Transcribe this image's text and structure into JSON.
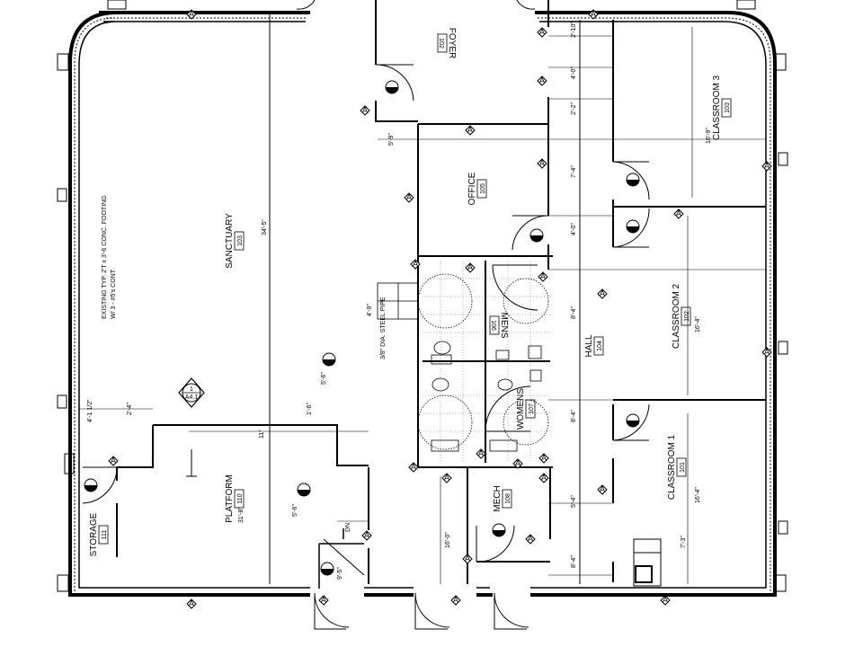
{
  "rooms": {
    "sanctuary": {
      "name": "SANCTUARY",
      "number": "103"
    },
    "platform": {
      "name": "PLATFORM",
      "number": "110"
    },
    "storage": {
      "name": "STORAGE",
      "number": "111"
    },
    "foyer": {
      "name": "FOYER",
      "number": "102"
    },
    "office": {
      "name": "OFFICE",
      "number": "105"
    },
    "mens": {
      "name": "MENS",
      "number": "106"
    },
    "womens": {
      "name": "WOMENS",
      "number": "107"
    },
    "mech": {
      "name": "MECH",
      "number": "108"
    },
    "hall": {
      "name": "HALL",
      "number": "104"
    },
    "classroom3": {
      "name": "CLASSROOM 3",
      "number": "103"
    },
    "classroom2": {
      "name": "CLASSROOM 2",
      "number": "102"
    },
    "classroom1": {
      "name": "CLASSROOM 1",
      "number": "101"
    }
  },
  "notes": {
    "footing": "EXISTING TYP. 2'T x 3'-6 CONC. FOOTING",
    "footing2": "W/ 3 - #5's CONT.",
    "beam": "3/8\" DIA. STEEL PIPE",
    "dn": "DN"
  },
  "dims": {
    "sanctuary_w": "34'-5\"",
    "cl3_h": "16'-9\"",
    "cl2_h": "16'-4\"",
    "cl1_h": "16'-4\"",
    "platform_w": "31'-8\"",
    "d_top1": "2'-10\"",
    "d_top2": "4'-0\"",
    "d_top3": "2'-2\"",
    "d_hall1": "7'-4\"",
    "d_hall2": "4'-0\"",
    "d_hall3": "8'-4\"",
    "d_hall4": "8'-4\"",
    "d_hall5": "5'-4\"",
    "d_hall6": "8'-4\"",
    "d_mech": "16'-0\"",
    "d_cl1": "7'-3\"",
    "d_left": "4'-1 1/2\"",
    "d_left2": "2'-4\"",
    "d_plat1": "11\"",
    "d_plat2": "1'-6\"",
    "d_plat3": "5'-6\"",
    "d_plat4": "5'-6\"",
    "d_foyer": "5'-9\"",
    "d_rest": "4'-9\"",
    "d_walk": "9'-5\""
  },
  "tags": {
    "door": "A",
    "section": "1",
    "section_sheet": "A4.1"
  }
}
